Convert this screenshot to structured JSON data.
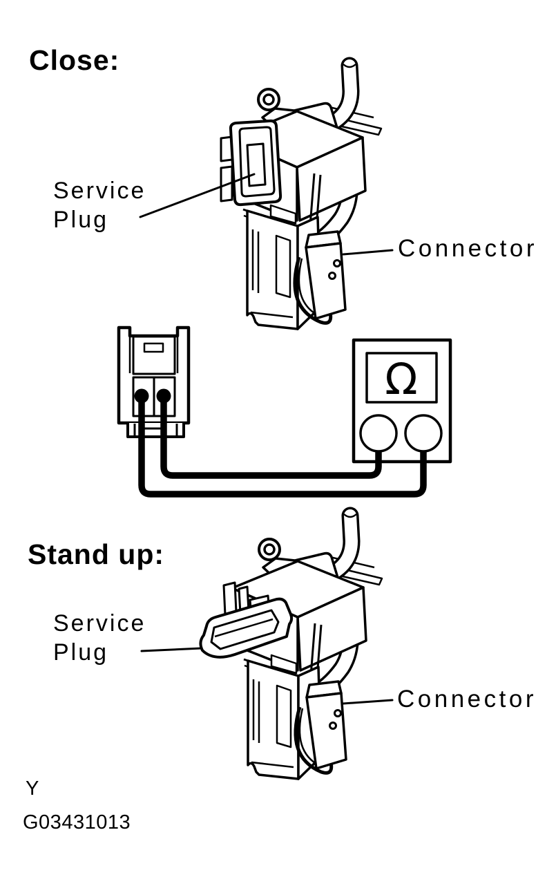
{
  "page": {
    "background": "#ffffff",
    "ink": "#000000"
  },
  "figure_close": {
    "title": "Close:",
    "service_plug_line1": "Service",
    "service_plug_line2": "Plug",
    "connector_label": "Connector"
  },
  "test_circuit": {
    "meter_symbol": "Ω"
  },
  "figure_standup": {
    "title": "Stand up:",
    "service_plug_line1": "Service",
    "service_plug_line2": "Plug",
    "connector_label": "Connector"
  },
  "footer": {
    "section_marker": "Y",
    "figure_number": "G03431013"
  }
}
